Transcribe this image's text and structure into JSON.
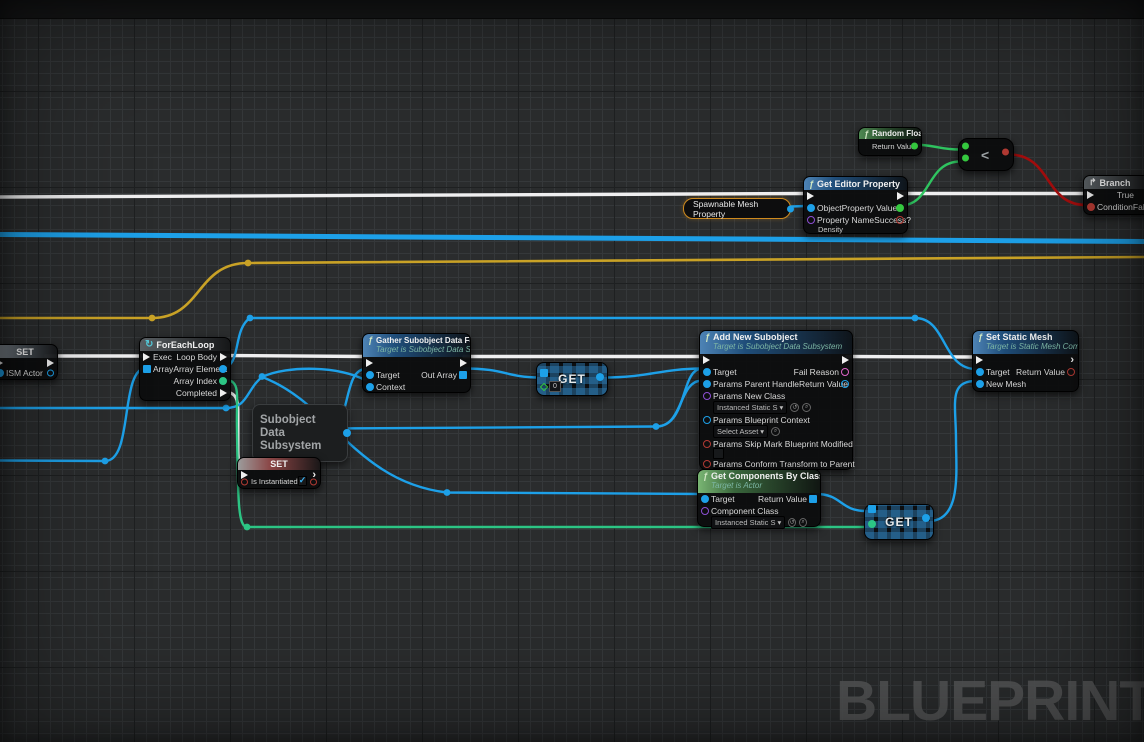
{
  "watermark": "BLUEPRINT",
  "icons": {
    "function": "ƒ",
    "loop": "↻",
    "branch": "↱"
  },
  "colors": {
    "exec": "#efeff0",
    "blue": "#1da0e8",
    "green": "#2fc460",
    "teal_green": "#2cc584",
    "yellow": "#c9a226",
    "red": "#a50d0d"
  },
  "nodes": {
    "set_ism": {
      "title": "SET",
      "var_label": "ISM Actor"
    },
    "foreach": {
      "title": "ForEachLoop",
      "exec": "Exec",
      "loop_body": "Loop Body",
      "array": "Array",
      "array_element": "Array Element",
      "array_index": "Array Index",
      "completed": "Completed"
    },
    "gather": {
      "title": "Gather Subobject Data For Instance",
      "subtitle": "Target is Subobject Data Subsystem",
      "target": "Target",
      "context": "Context",
      "out_array": "Out Array"
    },
    "get_item": {
      "label": "GET",
      "index_value": "0"
    },
    "add_subobject": {
      "title": "Add New Subobject",
      "subtitle": "Target is Subobject Data Subsystem",
      "target": "Target",
      "fail_reason": "Fail Reason",
      "parent_handle": "Params Parent Handle",
      "return_value": "Return Value",
      "new_class_label": "Params New Class",
      "new_class_value": "Instanced Static S",
      "blueprint_context_label": "Params Blueprint Context",
      "blueprint_context_value": "Select Asset",
      "skip_mark_label": "Params Skip Mark Blueprint Modified",
      "conform_label": "Params Conform Transform to Parent"
    },
    "subsystem": {
      "label": "Subobject Data Subsystem"
    },
    "set_instantiated": {
      "title": "SET",
      "var_label": "Is Instantiated"
    },
    "get_components": {
      "title": "Get Components By Class",
      "subtitle": "Target is Actor",
      "target": "Target",
      "return_value": "Return Value",
      "component_class_label": "Component Class",
      "component_class_value": "Instanced Static S"
    },
    "get_component_item": {
      "label": "GET"
    },
    "set_static_mesh": {
      "title": "Set Static Mesh",
      "subtitle": "Target is Static Mesh Component",
      "target": "Target",
      "return_value": "Return Value",
      "new_mesh": "New Mesh"
    },
    "get_editor_property": {
      "title": "Get Editor Property",
      "object": "Object",
      "property_value": "Property Value",
      "property_name_label": "Property Name",
      "property_name_value": "Density",
      "success": "Success?"
    },
    "spawnable_var": {
      "label": "Spawnable Mesh Property"
    },
    "random_float": {
      "title": "Random Float",
      "return_value": "Return Value"
    },
    "less_than": {
      "operator": "<"
    },
    "branch": {
      "title": "Branch",
      "condition": "Condition",
      "true_label": "True",
      "false_label": "False"
    }
  }
}
